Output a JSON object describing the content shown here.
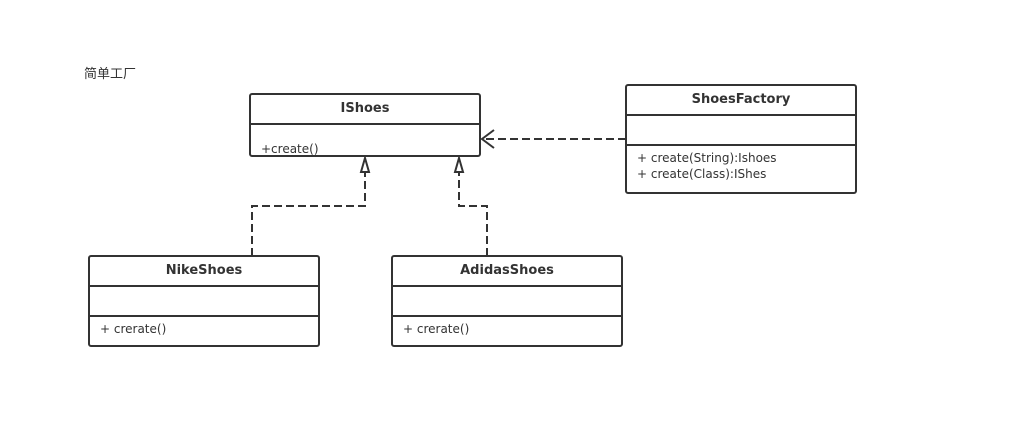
{
  "title": "简单工厂",
  "colors": {
    "line": "#333333",
    "background": "#ffffff"
  },
  "classes": {
    "ishoes": {
      "name": "IShoes",
      "methods": [
        "+create()"
      ]
    },
    "shoes_factory": {
      "name": "ShoesFactory",
      "methods": [
        "+ create(String):Ishoes",
        "+ create(Class):IShes"
      ]
    },
    "nike_shoes": {
      "name": "NikeShoes",
      "methods": [
        "+ crerate()"
      ]
    },
    "adidas_shoes": {
      "name": "AdidasShoes",
      "methods": [
        "+ crerate()"
      ]
    }
  },
  "relations": [
    {
      "type": "dependency",
      "from": "ShoesFactory",
      "to": "IShoes"
    },
    {
      "type": "realization",
      "from": "NikeShoes",
      "to": "IShoes"
    },
    {
      "type": "realization",
      "from": "AdidasShoes",
      "to": "IShoes"
    }
  ]
}
